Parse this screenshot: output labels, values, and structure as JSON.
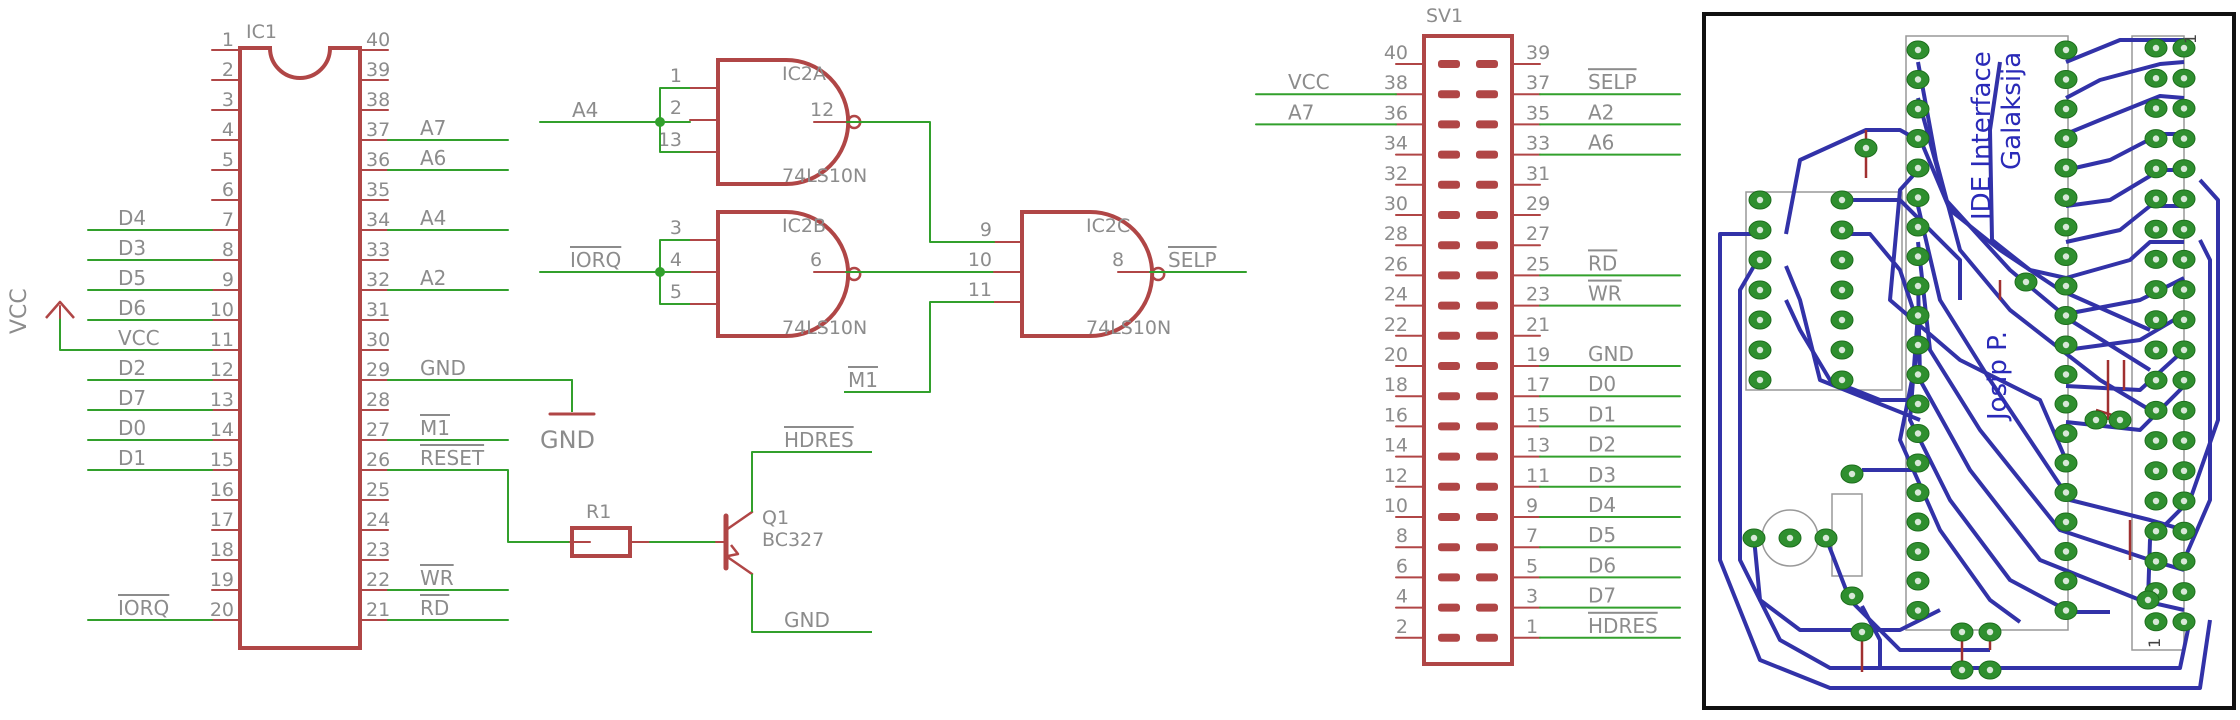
{
  "ic1": {
    "ref": "IC1",
    "left_pins": [
      "1",
      "2",
      "3",
      "4",
      "5",
      "6",
      "7",
      "8",
      "9",
      "10",
      "11",
      "12",
      "13",
      "14",
      "15",
      "16",
      "17",
      "18",
      "19",
      "20"
    ],
    "right_pins": [
      "40",
      "39",
      "38",
      "37",
      "36",
      "35",
      "34",
      "33",
      "32",
      "31",
      "30",
      "29",
      "28",
      "27",
      "26",
      "25",
      "24",
      "23",
      "22",
      "21"
    ],
    "left_nets": {
      "7": "D4",
      "8": "D3",
      "9": "D5",
      "10": "D6",
      "11": "VCC",
      "12": "D2",
      "13": "D7",
      "14": "D0",
      "15": "D1",
      "20": "IORQ"
    },
    "right_nets": {
      "37": "A7",
      "36": "A6",
      "34": "A4",
      "32": "A2",
      "29": "GND",
      "27": "M1",
      "26": "RESET",
      "22": "WR",
      "21": "RD"
    }
  },
  "vcc_symbol": "VCC",
  "gnd_symbol": "GND",
  "ic2a": {
    "ref": "IC2A",
    "value": "74LS10N",
    "pins": [
      "1",
      "2",
      "13",
      "12"
    ],
    "input_net": "A4"
  },
  "ic2b": {
    "ref": "IC2B",
    "value": "74LS10N",
    "pins": [
      "3",
      "4",
      "5",
      "6"
    ],
    "input_net": "IORQ"
  },
  "ic2c": {
    "ref": "IC2C",
    "value": "74LS10N",
    "pins": [
      "9",
      "10",
      "11",
      "8"
    ],
    "output_net": "SELP",
    "input_net": "M1"
  },
  "r1": {
    "ref": "R1"
  },
  "q1": {
    "ref": "Q1",
    "value": "BC327",
    "collector_net": "HDRES",
    "emitter_net": "GND"
  },
  "sv1": {
    "ref": "SV1",
    "left_pins": [
      "40",
      "38",
      "36",
      "34",
      "32",
      "30",
      "28",
      "26",
      "24",
      "22",
      "20",
      "18",
      "16",
      "14",
      "12",
      "10",
      "8",
      "6",
      "4",
      "2"
    ],
    "right_pins": [
      "39",
      "37",
      "35",
      "33",
      "31",
      "29",
      "27",
      "25",
      "23",
      "21",
      "19",
      "17",
      "15",
      "13",
      "11",
      "9",
      "7",
      "5",
      "3",
      "1"
    ],
    "left_nets": {
      "38": "VCC",
      "36": "A7"
    },
    "right_nets": {
      "37": "SELP",
      "35": "A2",
      "33": "A6",
      "25": "RD",
      "23": "WR",
      "19": "GND",
      "17": "D0",
      "15": "D1",
      "13": "D2",
      "11": "D3",
      "9": "D4",
      "7": "D5",
      "5": "D6",
      "3": "D7",
      "1": "HDRES"
    }
  },
  "pcb": {
    "title_line1": "IDE Interface",
    "title_line2": "Galaksija",
    "author": "Josip P.",
    "pin_marker_top": "1",
    "pin_marker_bottom": "1"
  },
  "colors": {
    "wire": "#32a02c",
    "symbol": "#b04646",
    "text": "#8c8c8c",
    "pad": "#2f8f2f",
    "trace": "#3232a8",
    "pcb_bottom_trace": "#a03030"
  }
}
